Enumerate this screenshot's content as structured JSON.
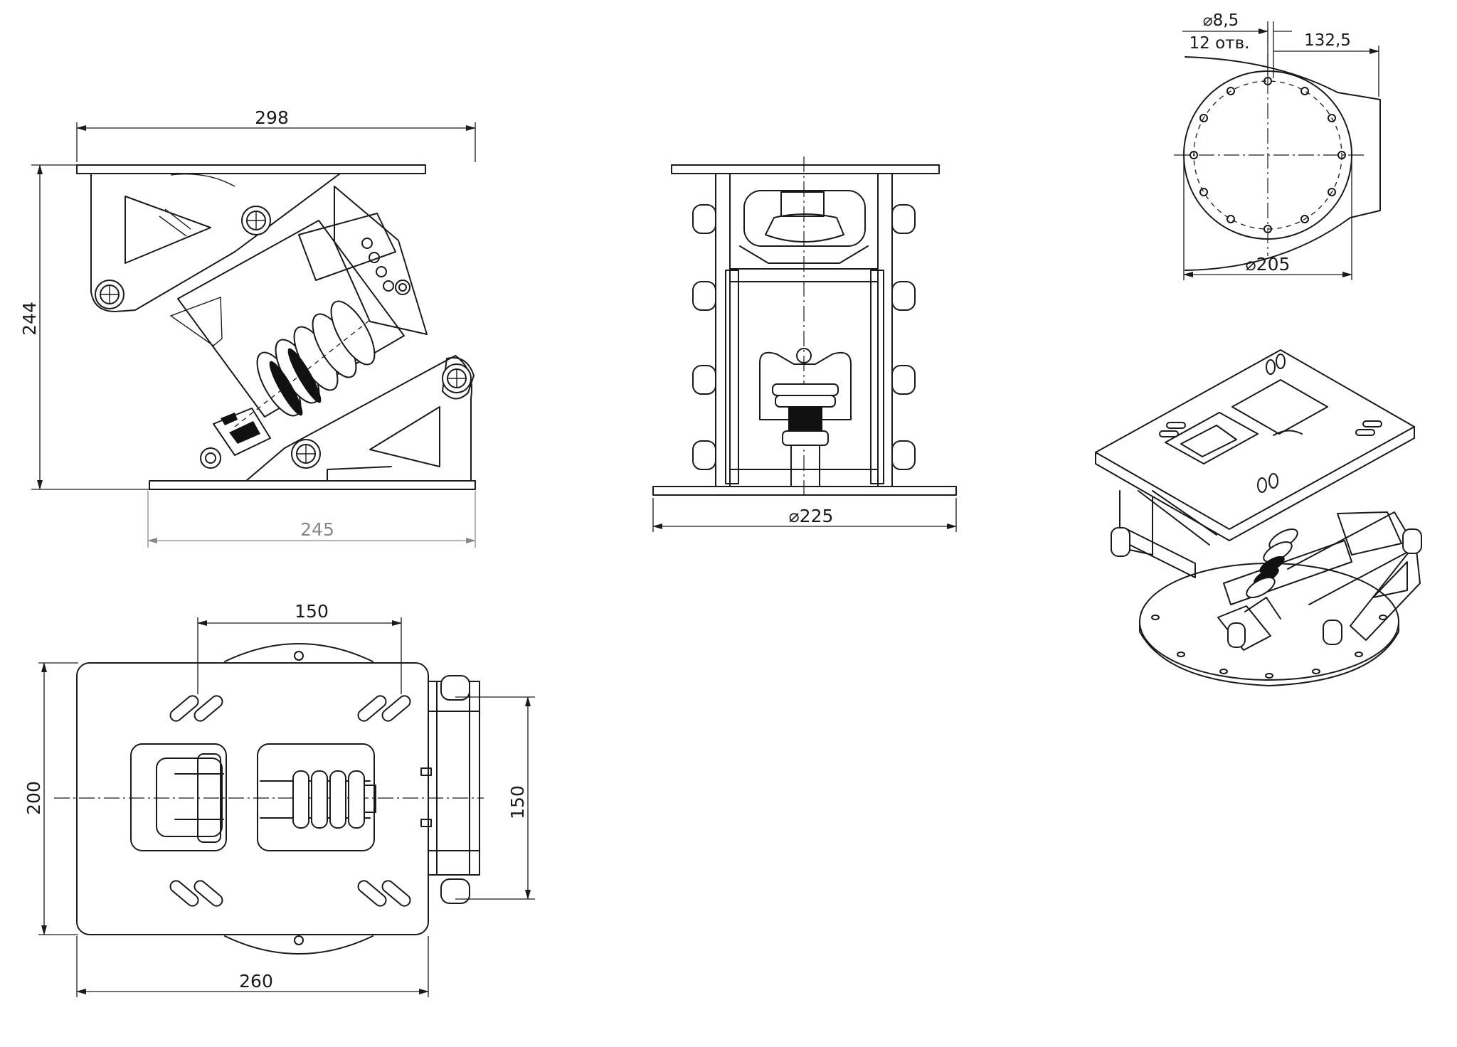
{
  "dimensions": {
    "side_width": "298",
    "side_height": "244",
    "side_base": "245",
    "front_diameter": "⌀225",
    "top_slot_spacing": "150",
    "top_height": "200",
    "top_side": "150",
    "top_width": "260",
    "flange_diameter": "⌀205",
    "hole_diameter": "⌀8,5",
    "hole_count": "12 отв.",
    "flange_offset": "132,5"
  },
  "colors": {
    "line": "#1a1a1a",
    "secondary_dim": "#888888"
  }
}
